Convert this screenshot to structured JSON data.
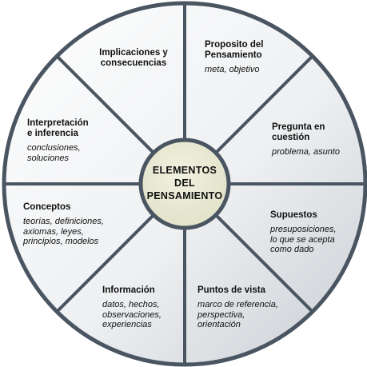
{
  "center": {
    "lines": [
      "ELEMENTOS",
      "DEL",
      "PENSAMIENTO"
    ]
  },
  "segments": [
    {
      "title_lines": [
        "Proposito del",
        "Pensamiento"
      ],
      "sub_lines": [
        "meta, objetivo"
      ]
    },
    {
      "title_lines": [
        "Pregunta en",
        "cuestión"
      ],
      "sub_lines": [
        "problema, asunto"
      ]
    },
    {
      "title_lines": [
        "Supuestos"
      ],
      "sub_lines": [
        "presuposiciones,",
        "lo que se acepta",
        "como dado"
      ]
    },
    {
      "title_lines": [
        "Puntos de vista"
      ],
      "sub_lines": [
        "marco de referencia,",
        "perspectiva,",
        "orientación"
      ]
    },
    {
      "title_lines": [
        "Información"
      ],
      "sub_lines": [
        "datos, hechos,",
        "observaciones,",
        "experiencias"
      ]
    },
    {
      "title_lines": [
        "Conceptos"
      ],
      "sub_lines": [
        "teorías, definiciones,",
        "axiomas, leyes,",
        "principios, modelos"
      ]
    },
    {
      "title_lines": [
        "Interpretación",
        "e inferencia"
      ],
      "sub_lines": [
        "conclusiones,",
        "soluciones"
      ]
    },
    {
      "title_lines": [
        "Implicaciones y",
        "consecuencias"
      ],
      "sub_lines": []
    }
  ],
  "colors": {
    "rim": "#4a5562",
    "divider": "#4a5562",
    "hub_fill": "#dfe0c6",
    "hub_stroke": "#4a5562",
    "face_light": "#ffffff",
    "face_dark": "#c9ced3"
  }
}
